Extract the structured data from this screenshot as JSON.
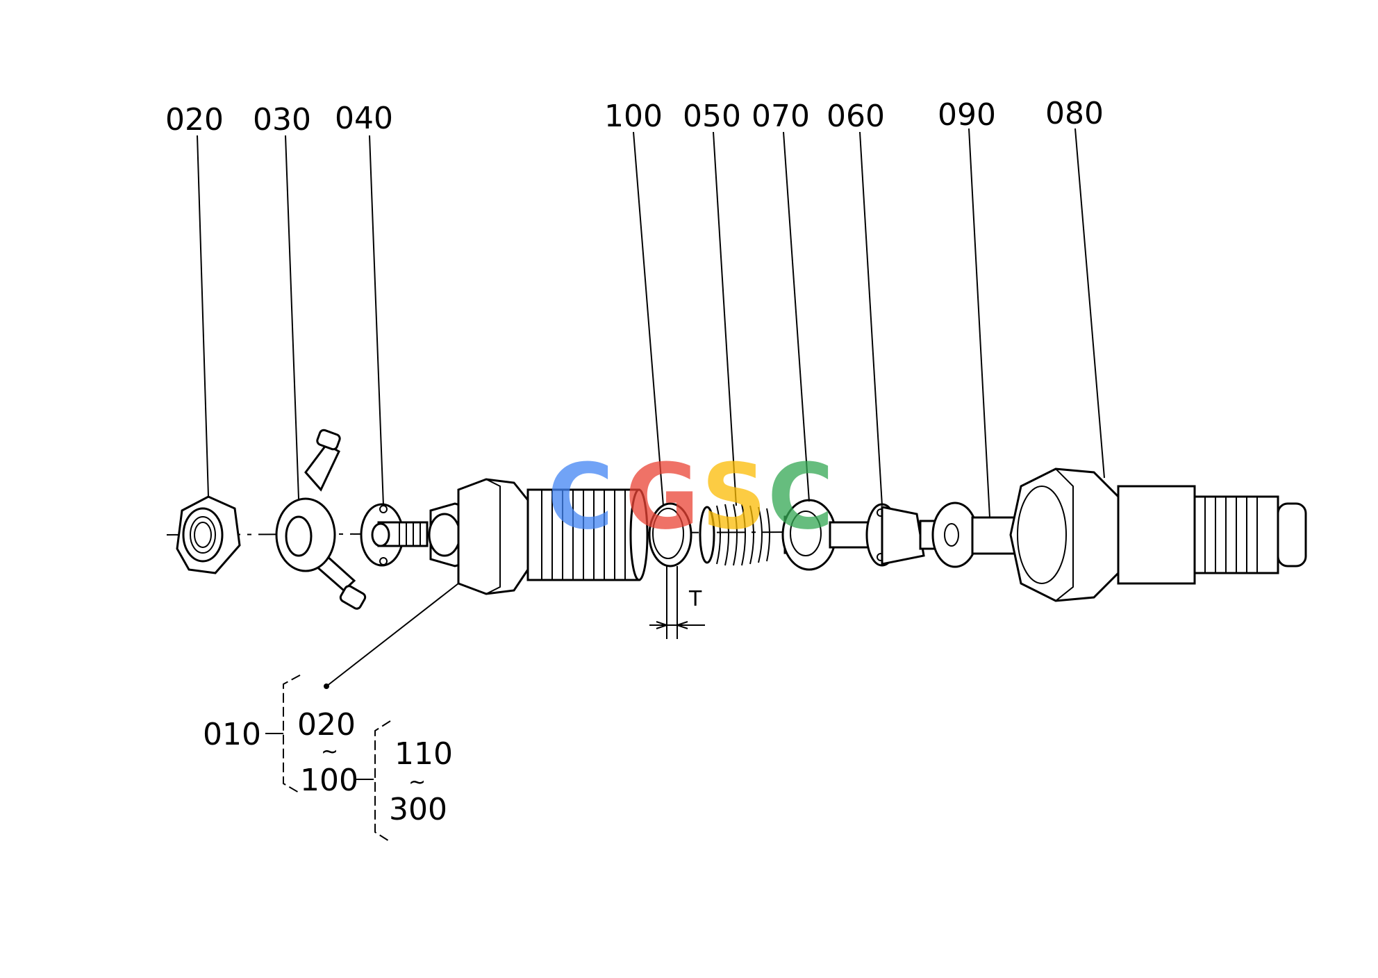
{
  "callouts": {
    "p020": "020",
    "p030": "030",
    "p040": "040",
    "p100": "100",
    "p050": "050",
    "p070": "070",
    "p060": "060",
    "p090": "090",
    "p080": "080"
  },
  "dimension": {
    "label": "T"
  },
  "assembly": {
    "main": "010",
    "range1_start": "020",
    "range1_end": "100",
    "range2_start": "110",
    "range2_end": "300",
    "tilde": "~"
  },
  "watermark": {
    "letters": [
      "C",
      "G",
      "S",
      "C"
    ],
    "colors": [
      "#4285F4",
      "#EA4335",
      "#FBBC05",
      "#34A853"
    ]
  }
}
